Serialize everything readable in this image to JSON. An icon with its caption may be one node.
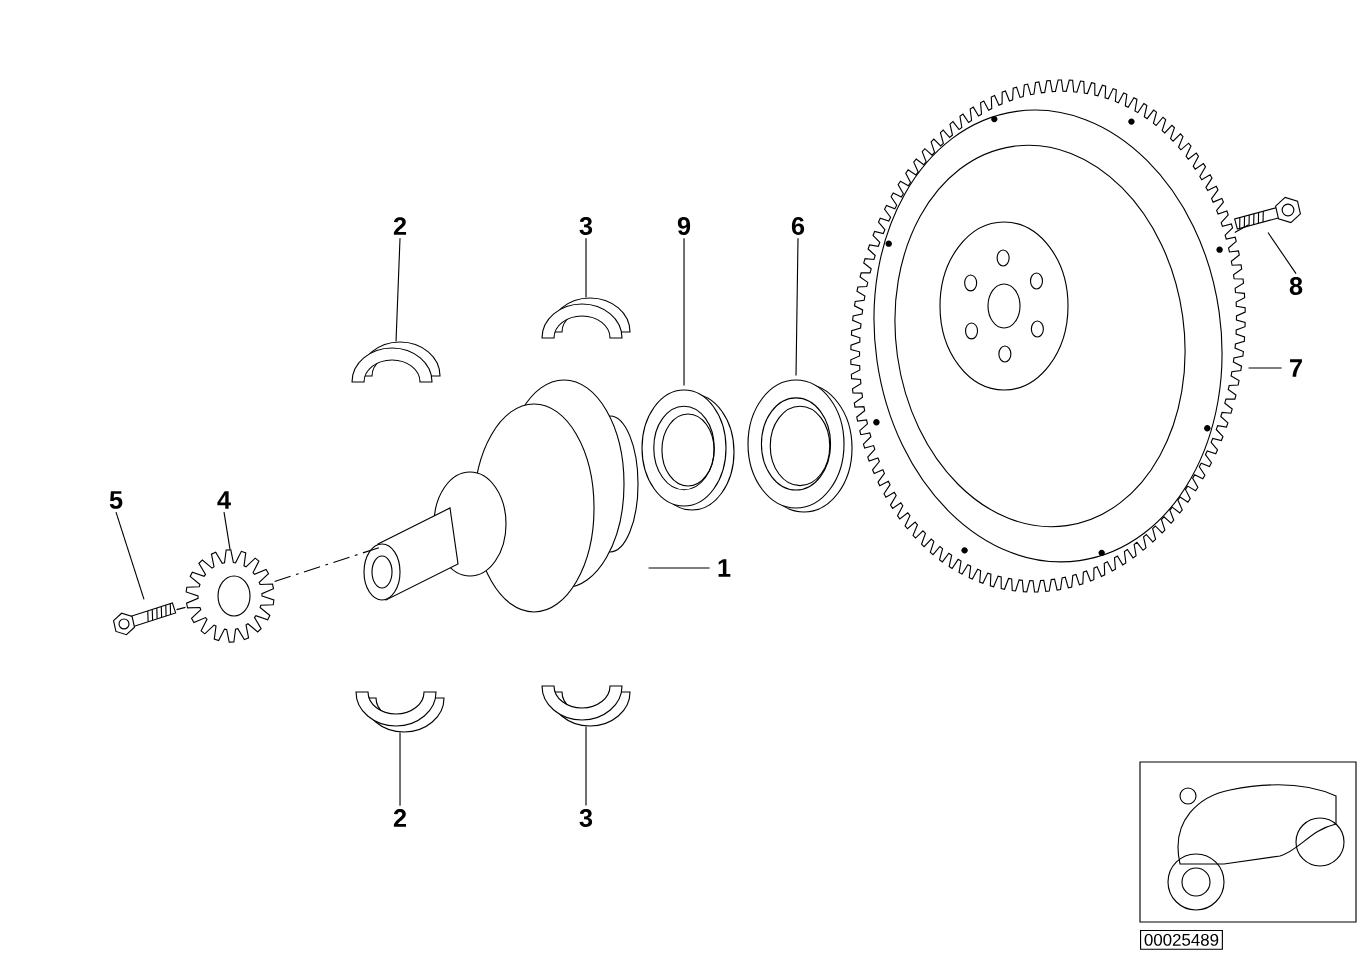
{
  "diagram": {
    "nodes": [
      {
        "text": [
          "2"
        ]
      },
      {
        "text": [
          "3"
        ]
      },
      {
        "text": [
          "9"
        ]
      },
      {
        "text": [
          "6"
        ]
      },
      {
        "text": [
          "8"
        ]
      },
      {
        "text": [
          "7"
        ]
      },
      {
        "text": [
          "5"
        ]
      },
      {
        "text": [
          "4"
        ]
      },
      {
        "text": [
          "1"
        ]
      },
      {
        "text": [
          "2"
        ]
      },
      {
        "text": [
          "3"
        ]
      },
      {
        "text": [],
        "shape": "picture"
      },
      {
        "text": [],
        "shape": "picture"
      },
      {
        "text": [],
        "shape": "picture"
      },
      {
        "text": [],
        "shape": "picture"
      },
      {
        "text": [],
        "shape": "picture"
      },
      {
        "text": [],
        "shape": "picture"
      },
      {
        "text": [],
        "shape": "picture"
      },
      {
        "text": [],
        "shape": "picture"
      },
      {
        "text": [],
        "shape": "picture"
      },
      {
        "text": [],
        "shape": "picture"
      },
      {
        "text": [],
        "shape": "picture"
      }
    ],
    "edges": [
      {
        "from": 0,
        "to": 11,
        "arrow": "none"
      },
      {
        "from": 1,
        "to": 12,
        "arrow": "none"
      },
      {
        "from": 2,
        "to": 13,
        "arrow": "none"
      },
      {
        "from": 3,
        "to": 14,
        "arrow": "none"
      },
      {
        "from": 4,
        "to": 15,
        "arrow": "none"
      },
      {
        "from": 5,
        "to": 16,
        "arrow": "none"
      },
      {
        "from": 6,
        "to": 17,
        "arrow": "none"
      },
      {
        "from": 7,
        "to": 18,
        "arrow": "none"
      },
      {
        "from": 8,
        "to": 19,
        "arrow": "none"
      },
      {
        "from": 9,
        "to": 20,
        "arrow": "none"
      },
      {
        "from": 10,
        "to": 21,
        "arrow": "none"
      },
      {
        "from": 17,
        "to": 18,
        "arrow": "none",
        "style": "dashed"
      },
      {
        "from": 18,
        "to": 19,
        "arrow": "none",
        "style": "dashed"
      },
      {
        "from": 15,
        "to": 16,
        "arrow": "none"
      }
    ],
    "labels": [
      "00025489"
    ]
  }
}
